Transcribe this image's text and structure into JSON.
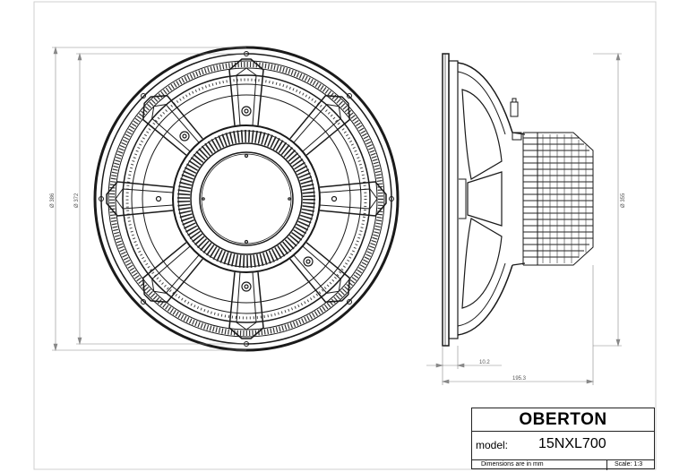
{
  "title_block": {
    "brand": "OBERTON",
    "model_label": "model:",
    "model_value": "15NXL700",
    "units_note": "Dimensions are in mm",
    "scale": "Scale: 1:3"
  },
  "dimensions": {
    "outer_diameter": "Ø 386",
    "bolt_circle": "Ø 372",
    "cutout": "Ø 355",
    "flange_depth": "10.2",
    "overall_depth": "195.3"
  },
  "colors": {
    "line": "#1a1a1a",
    "dimension": "#777777"
  }
}
